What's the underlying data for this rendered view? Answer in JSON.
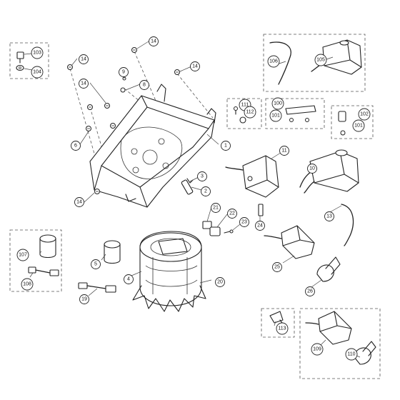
{
  "diagram": {
    "callouts": [
      {
        "label": "1"
      },
      {
        "label": "2"
      },
      {
        "label": "3"
      },
      {
        "label": "4"
      },
      {
        "label": "5"
      },
      {
        "label": "6"
      },
      {
        "label": "8"
      },
      {
        "label": "9"
      },
      {
        "label": "10"
      },
      {
        "label": "11"
      },
      {
        "label": "13"
      },
      {
        "label": "14"
      },
      {
        "label": "14"
      },
      {
        "label": "14"
      },
      {
        "label": "14"
      },
      {
        "label": "14"
      },
      {
        "label": "19"
      },
      {
        "label": "20"
      },
      {
        "label": "21"
      },
      {
        "label": "22"
      },
      {
        "label": "23"
      },
      {
        "label": "24"
      },
      {
        "label": "25"
      },
      {
        "label": "26"
      },
      {
        "label": "100"
      },
      {
        "label": "101"
      },
      {
        "label": "101"
      },
      {
        "label": "102"
      },
      {
        "label": "103"
      },
      {
        "label": "104"
      },
      {
        "label": "105"
      },
      {
        "label": "106"
      },
      {
        "label": "107"
      },
      {
        "label": "108"
      },
      {
        "label": "109"
      },
      {
        "label": "110"
      },
      {
        "label": "111"
      },
      {
        "label": "112"
      },
      {
        "label": "113"
      }
    ]
  }
}
